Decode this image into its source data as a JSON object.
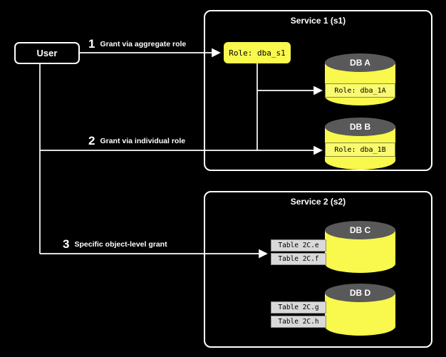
{
  "user": {
    "label": "User"
  },
  "grants": [
    {
      "number": "1",
      "label": "Grant via aggregate role"
    },
    {
      "number": "2",
      "label": "Grant via individual role"
    },
    {
      "number": "3",
      "label": "Specific object-level grant"
    }
  ],
  "service1": {
    "title": "Service 1 (s1)",
    "aggregate_role": "Role: dba_s1",
    "databases": [
      {
        "name": "DB A",
        "role": "Role: dba_1A"
      },
      {
        "name": "DB B",
        "role": "Role: dba_1B"
      }
    ]
  },
  "service2": {
    "title": "Service 2 (s2)",
    "databases": [
      {
        "name": "DB C",
        "tables": [
          "Table 2C.e",
          "Table 2C.f"
        ]
      },
      {
        "name": "DB D",
        "tables": [
          "Table 2C.g",
          "Table 2C.h"
        ]
      }
    ]
  },
  "colors": {
    "background": "#000000",
    "accent_yellow": "#F8F84D",
    "role_label_yellow": "#FAFA70",
    "cylinder_top_gray": "#595959",
    "table_gray": "#D9D9D9",
    "line_white": "#FFFFFF"
  }
}
